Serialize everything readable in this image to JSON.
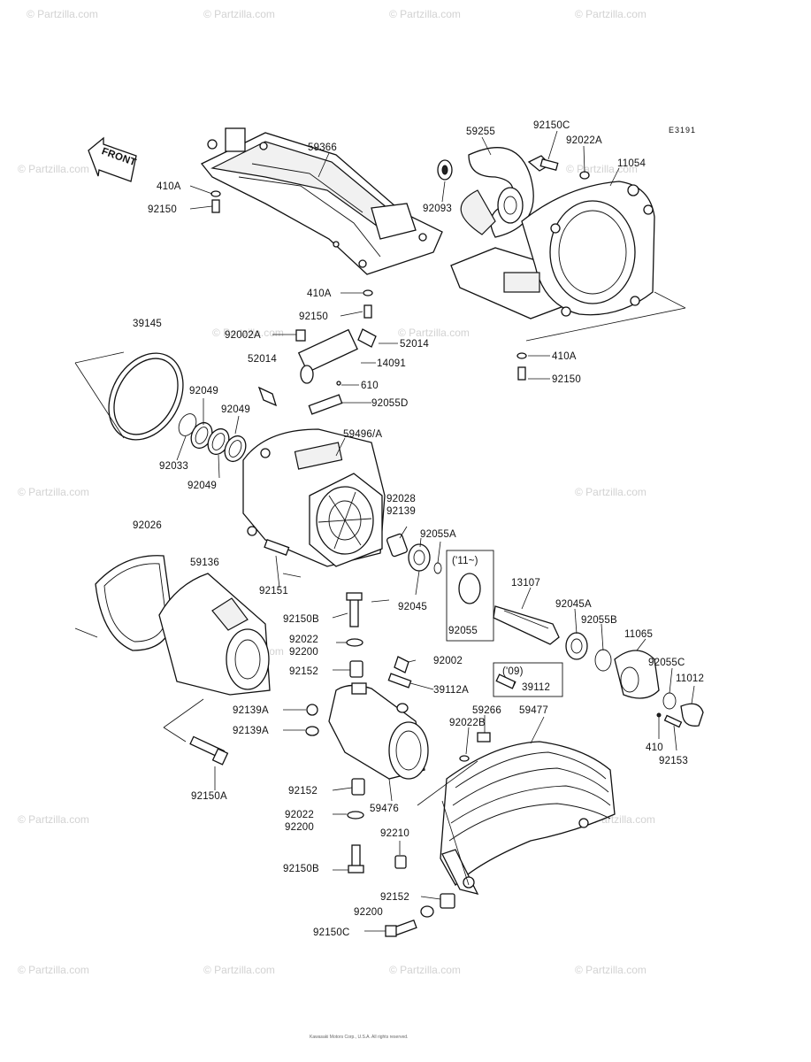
{
  "diagram_code": "E3191",
  "front_label": "FRONT",
  "watermark": "© Partzilla.com",
  "copyright": "Kawasaki Motors Corp., U.S.A. All rights reserved.",
  "labels": {
    "p59366": "59366",
    "p59255": "59255",
    "p92150C_top": "92150C",
    "p92022A": "92022A",
    "p11054": "11054",
    "p410A_1": "410A",
    "p92150_1": "92150",
    "p92093": "92093",
    "p410A_2": "410A",
    "p92150_2": "92150",
    "p39145": "39145",
    "p92002A": "92002A",
    "p52014_r": "52014",
    "p52014_l": "52014",
    "p14091": "14091",
    "p410A_3": "410A",
    "p92150_3": "92150",
    "p610": "610",
    "p92049_1": "92049",
    "p92049_2": "92049",
    "p92055D": "92055D",
    "p92033": "92033",
    "p59496A": "59496/A",
    "p92049_3": "92049",
    "p92028": "92028",
    "p92139": "92139",
    "p92026": "92026",
    "p92055A": "92055A",
    "p59136": "59136",
    "p_11_box": "('11~)",
    "p13107": "13107",
    "p92151": "92151",
    "p92045": "92045",
    "p92045A": "92045A",
    "p92150B_1": "92150B",
    "p92055_box": "92055",
    "p92055B": "92055B",
    "p11065": "11065",
    "p92022_1": "92022",
    "p92200_1": "92200",
    "p92152_1": "92152",
    "p92002": "92002",
    "p_09_box": "('09)",
    "p92055C": "92055C",
    "p39112A": "39112A",
    "p39112": "39112",
    "p11012": "11012",
    "p92139A_1": "92139A",
    "p92139A_2": "92139A",
    "p59266": "59266",
    "p59477": "59477",
    "p92022B": "92022B",
    "p410": "410",
    "p92153": "92153",
    "p92150A": "92150A",
    "p92152_2": "92152",
    "p59476": "59476",
    "p92022_2": "92022",
    "p92200_2": "92200",
    "p92210": "92210",
    "p92150B_2": "92150B",
    "p92152_3": "92152",
    "p92200_3": "92200",
    "p92150C_bot": "92150C"
  }
}
